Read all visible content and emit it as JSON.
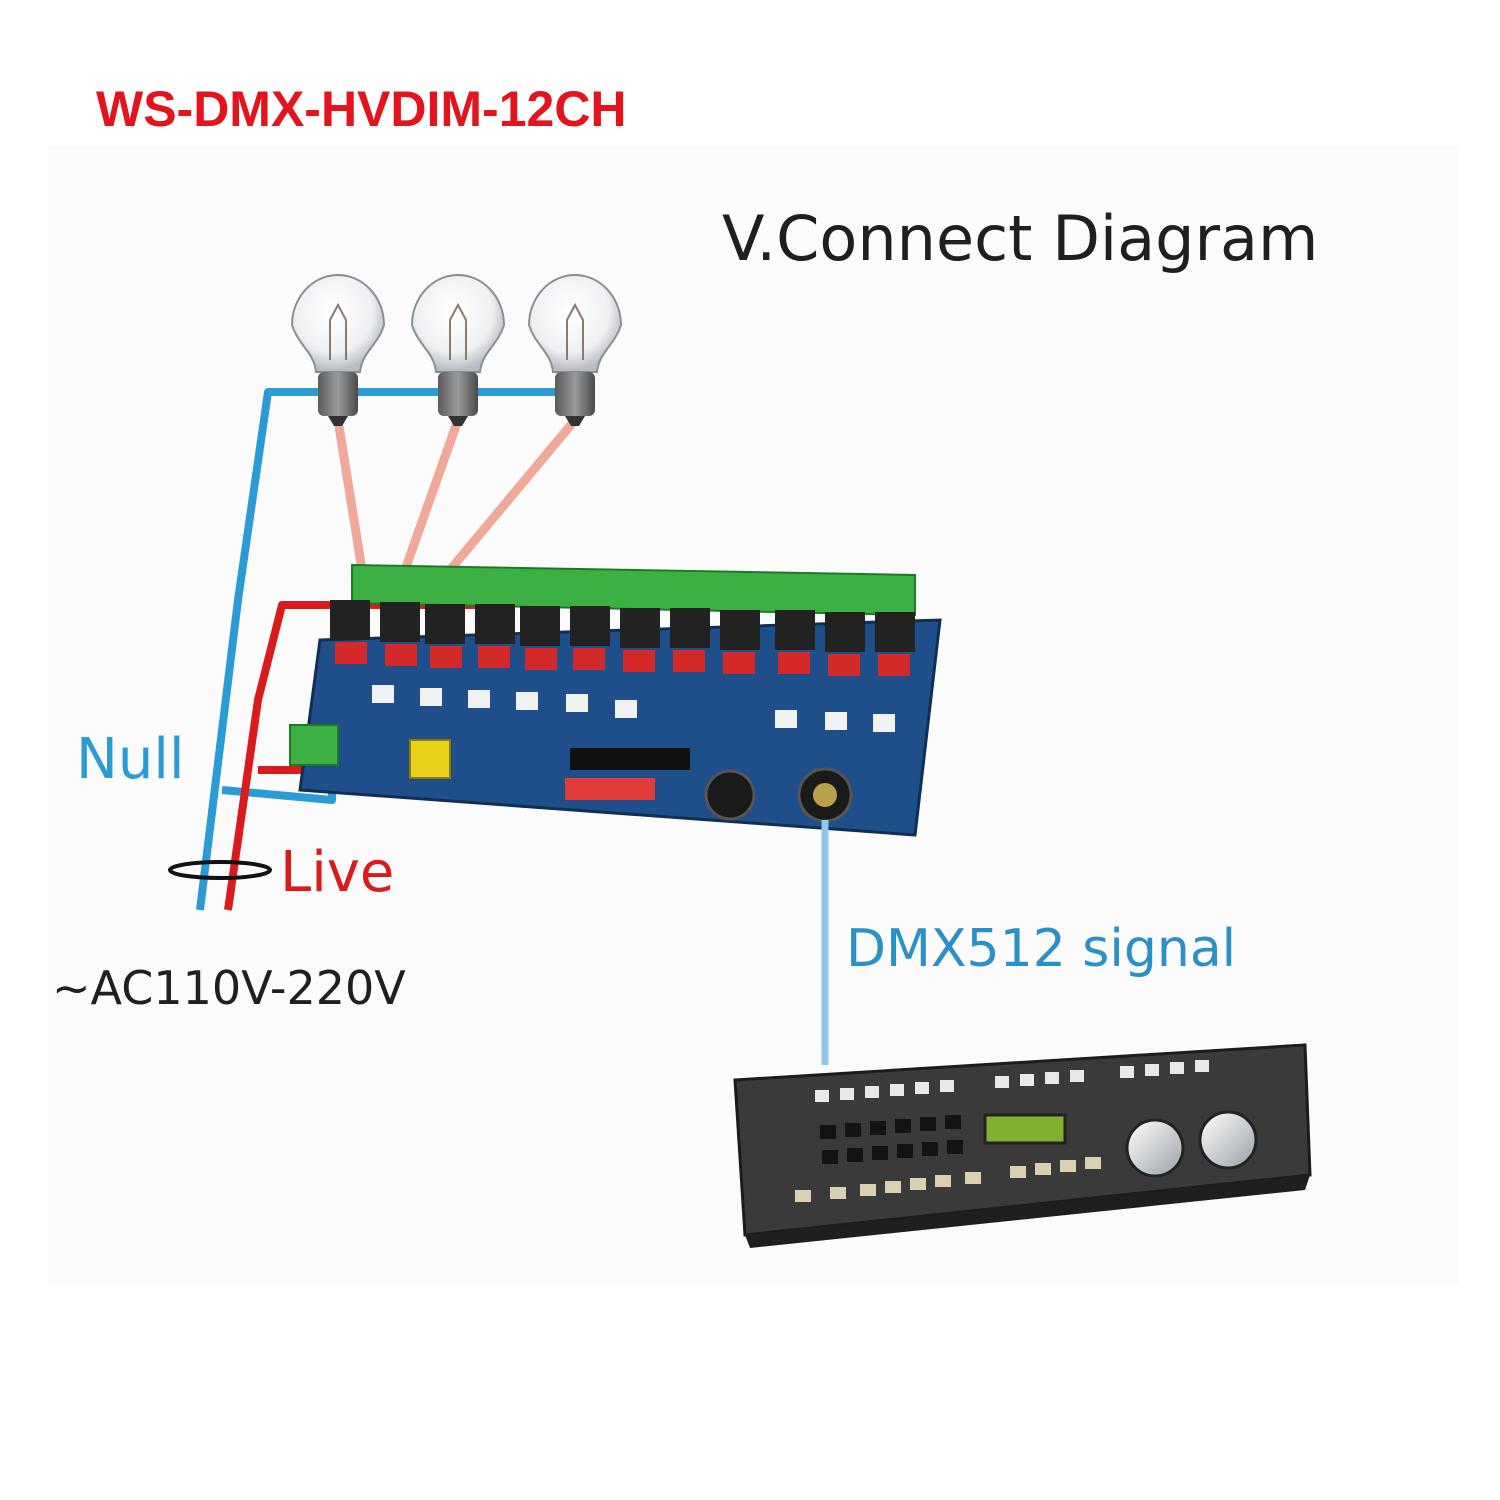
{
  "model_code": "WS-DMX-HVDIM-12CH",
  "diagram_title": "V.Connect Diagram",
  "labels": {
    "null": "Null",
    "live": "Live",
    "supply": "~AC110V-220V",
    "signal": "DMX512 signal"
  },
  "colors": {
    "model_text": "#e3141b",
    "null_wire": "#2b9bd4",
    "live_wire": "#d91b1b",
    "load_wire": "#f0a898",
    "signal_wire": "#8fc8e8",
    "board": "#1e4f8a",
    "terminal": "#3cb043",
    "console": "#3a3a3a"
  },
  "components": {
    "bulbs": 3,
    "channels": 12
  }
}
